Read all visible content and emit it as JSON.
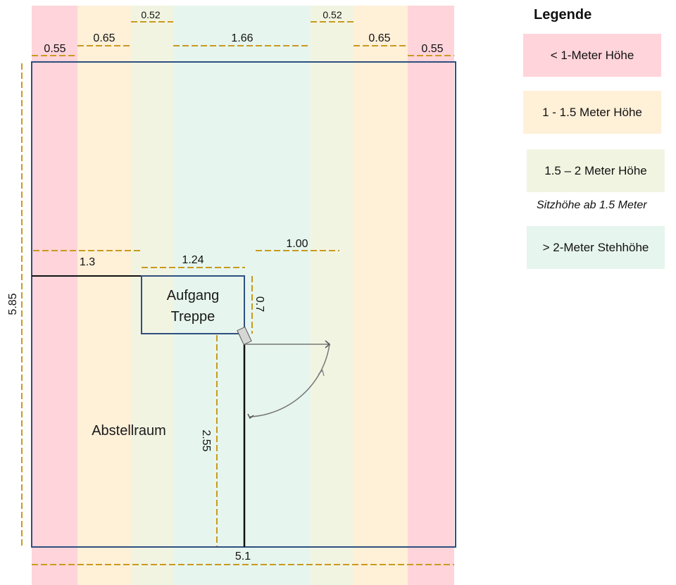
{
  "legend": {
    "title": "Legende",
    "items": [
      {
        "label": "< 1-Meter Höhe",
        "color": "#ffd4da"
      },
      {
        "label": "1 - 1.5 Meter Höhe",
        "color": "#fff0d8"
      },
      {
        "label": "1.5 – 2 Meter Höhe",
        "color": "#f2f4e2"
      },
      {
        "label": "> 2-Meter Stehhöhe",
        "color": "#e6f5ee"
      }
    ],
    "note": "Sitzhöhe ab 1.5 Meter"
  },
  "zones": {
    "red": "#ffd4da",
    "orange": "#fff0d8",
    "olive": "#f2f4e2",
    "green": "#e6f5ee"
  },
  "dimensions": {
    "top_red_left": "0.55",
    "top_orange_left": "0.65",
    "top_olive_left": "0.52",
    "top_center": "1.66",
    "top_olive_right": "0.52",
    "top_orange_right": "0.65",
    "top_red_right": "0.55",
    "height_total": "5.85",
    "wall_storage": "1.3",
    "stair_width": "1.24",
    "right_span": "1.00",
    "stair_depth": "0.7",
    "wall_length": "2.55",
    "width_total": "5.1"
  },
  "rooms": {
    "stair_line1": "Aufgang",
    "stair_line2": "Treppe",
    "storage": "Abstellraum"
  }
}
